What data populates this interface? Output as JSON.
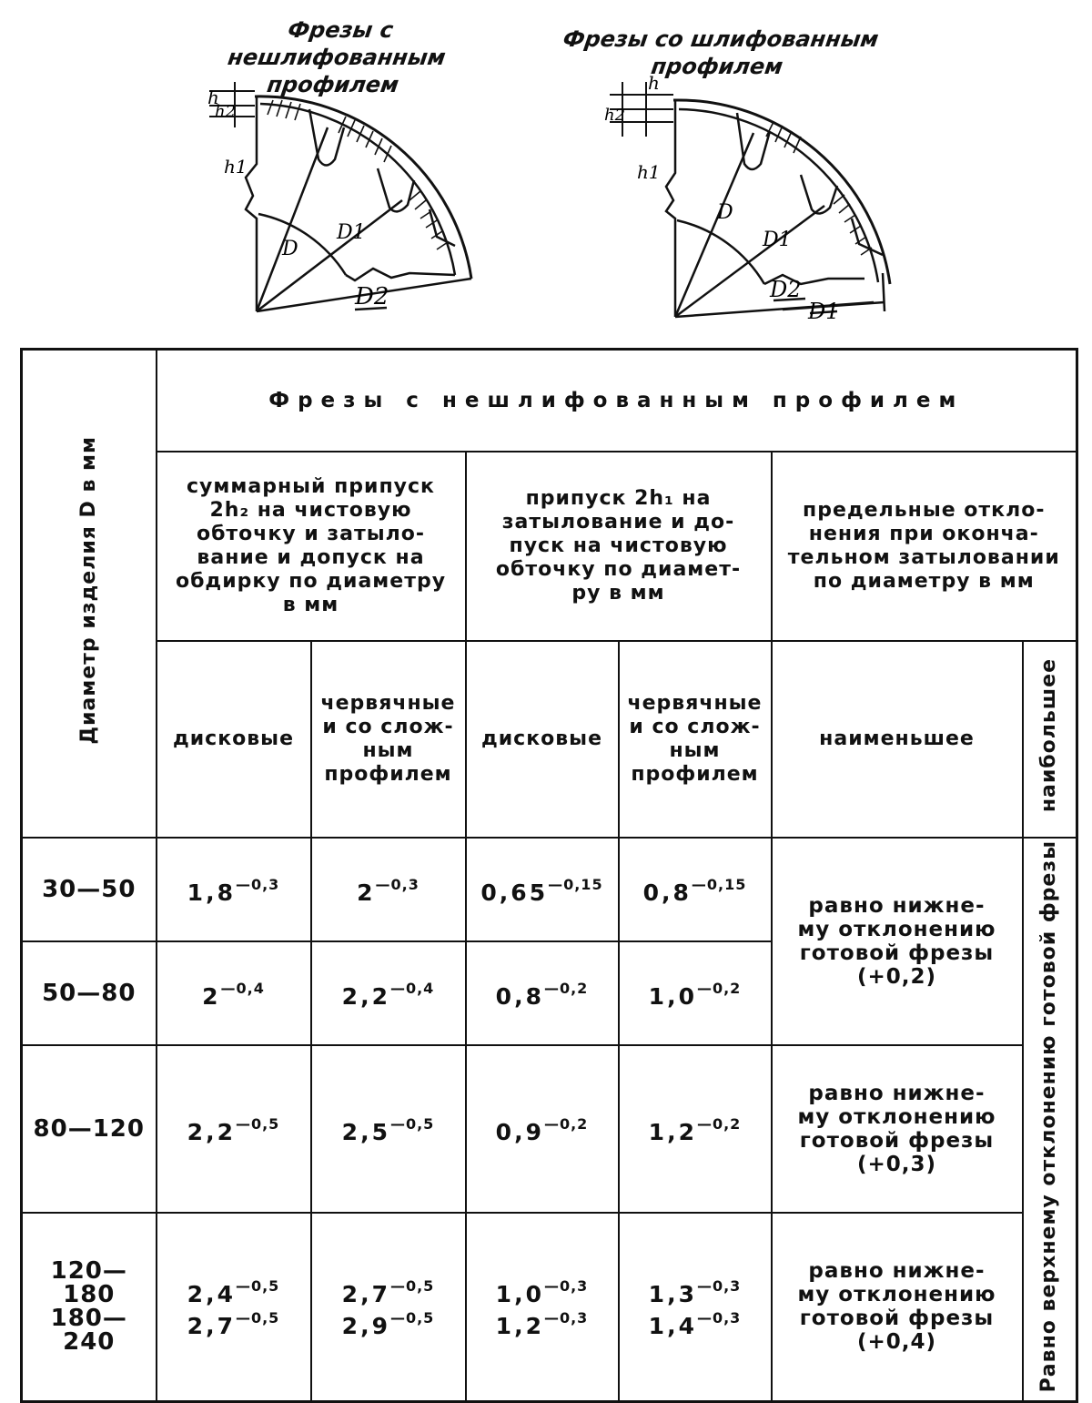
{
  "figures": {
    "left": {
      "caption": "Фрезы с нешлифованным\nпрофилем",
      "labels": {
        "h": "h",
        "h2": "h2",
        "h1": "h1",
        "D": "D",
        "D1": "D1",
        "D2": "D2"
      }
    },
    "right": {
      "caption": "Фрезы со шлифованным\nпрофилем",
      "labels": {
        "h": "h",
        "h2": "h2",
        "h1": "h1",
        "D": "D",
        "D1": "D1",
        "D2": "D2",
        "D1b": "D1"
      }
    }
  },
  "table": {
    "diameter_header": "Диаметр изделия D в мм",
    "group_header": "Фрезы с нешлифованным профилем",
    "col_groups": [
      {
        "label_lines": [
          "суммарный припуск",
          "2h₂ на чистовую",
          "обточку и затыло-",
          "вание и допуск на",
          "обдирку по диаметру",
          "в мм"
        ]
      },
      {
        "label_lines": [
          "припуск 2h₁ на",
          "затылование и до-",
          "пуск на чистовую",
          "обточку по диамет-",
          "ру в мм"
        ]
      },
      {
        "label_lines": [
          "предельные откло-",
          "нения при оконча-",
          "тельном затыловании",
          "по диаметру в мм"
        ]
      }
    ],
    "sub_cols": {
      "disc": "дисковые",
      "worm_lines": [
        "червячные",
        "и со слож-",
        "ным",
        "профилем"
      ],
      "min": "наименьшее",
      "max": "наибольшее"
    },
    "max_note": "Равно верхнему отклонению готовой фрезы",
    "rows": [
      {
        "d": "30—50",
        "g2_disc": {
          "base": "1,8",
          "dev": "—0,3"
        },
        "g2_worm": {
          "base": "2",
          "dev": "—0,3"
        },
        "g1_disc": {
          "base": "0,65",
          "dev": "—0,15"
        },
        "g1_worm": {
          "base": "0,8",
          "dev": "—0,15"
        }
      },
      {
        "d": "50—80",
        "g2_disc": {
          "base": "2",
          "dev": "—0,4"
        },
        "g2_worm": {
          "base": "2,2",
          "dev": "—0,4"
        },
        "g1_disc": {
          "base": "0,8",
          "dev": "—0,2"
        },
        "g1_worm": {
          "base": "1,0",
          "dev": "—0,2"
        }
      },
      {
        "d": "80—120",
        "g2_disc": {
          "base": "2,2",
          "dev": "—0,5"
        },
        "g2_worm": {
          "base": "2,5",
          "dev": "—0,5"
        },
        "g1_disc": {
          "base": "0,9",
          "dev": "—0,2"
        },
        "g1_worm": {
          "base": "1,2",
          "dev": "—0,2"
        }
      },
      {
        "d": "120—180",
        "g2_disc": {
          "base": "2,4",
          "dev": "—0,5"
        },
        "g2_worm": {
          "base": "2,7",
          "dev": "—0,5"
        },
        "g1_disc": {
          "base": "1,0",
          "dev": "—0,3"
        },
        "g1_worm": {
          "base": "1,3",
          "dev": "—0,3"
        }
      },
      {
        "d": "180—240",
        "g2_disc": {
          "base": "2,7",
          "dev": "—0,5"
        },
        "g2_worm": {
          "base": "2,9",
          "dev": "—0,5"
        },
        "g1_disc": {
          "base": "1,2",
          "dev": "—0,3"
        },
        "g1_worm": {
          "base": "1,4",
          "dev": "—0,3"
        }
      }
    ],
    "min_notes": [
      {
        "lines": [
          "равно нижне-",
          "му отклонению",
          "готовой фрезы",
          "(+0,2)"
        ]
      },
      {
        "lines": [
          "равно нижне-",
          "му отклонению",
          "готовой фрезы",
          "(+0,3)"
        ]
      },
      {
        "lines": [
          "равно нижне-",
          "му отклонению",
          "готовой фрезы",
          "(+0,4)"
        ]
      }
    ]
  }
}
